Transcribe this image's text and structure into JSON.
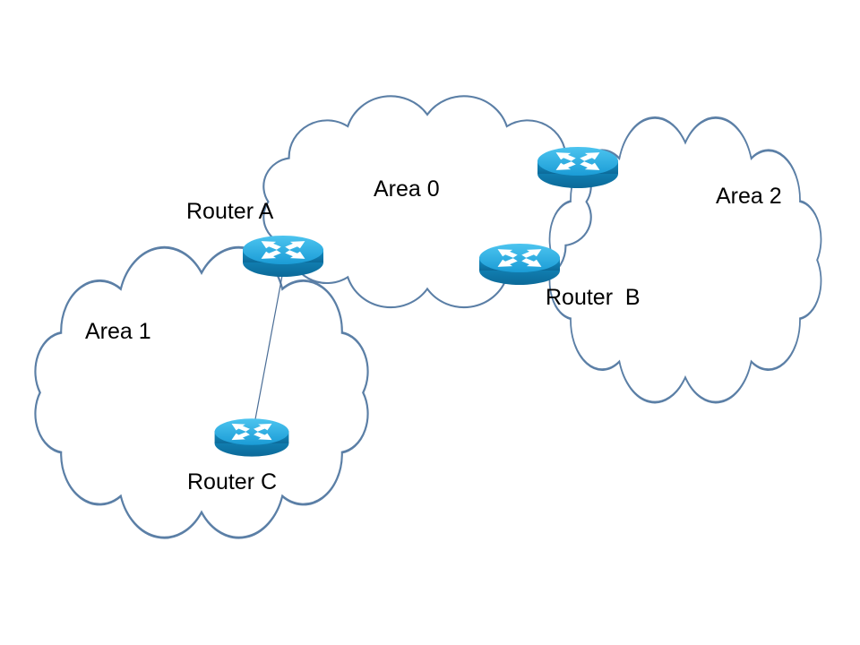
{
  "diagram": {
    "type": "network-topology-ospf-areas",
    "areas": [
      {
        "id": "area-0",
        "label": "Area 0"
      },
      {
        "id": "area-1",
        "label": "Area 1"
      },
      {
        "id": "area-2",
        "label": "Area 2"
      }
    ],
    "routers": [
      {
        "id": "router-a",
        "label": "Router A"
      },
      {
        "id": "router-b",
        "label": "Router  B"
      },
      {
        "id": "router-c",
        "label": "Router C"
      },
      {
        "id": "router-unlabeled",
        "label": ""
      }
    ],
    "links": [
      {
        "from": "router-a",
        "to": "router-c"
      }
    ],
    "colors": {
      "background": "#ffffff",
      "cloud_stroke": "#5b7fa6",
      "connector": "#4a6d96",
      "router_top_blue": "#1ba0e2",
      "router_side_blue": "#0e7db2",
      "arrow_white": "#ffffff",
      "text": "#000000"
    }
  }
}
